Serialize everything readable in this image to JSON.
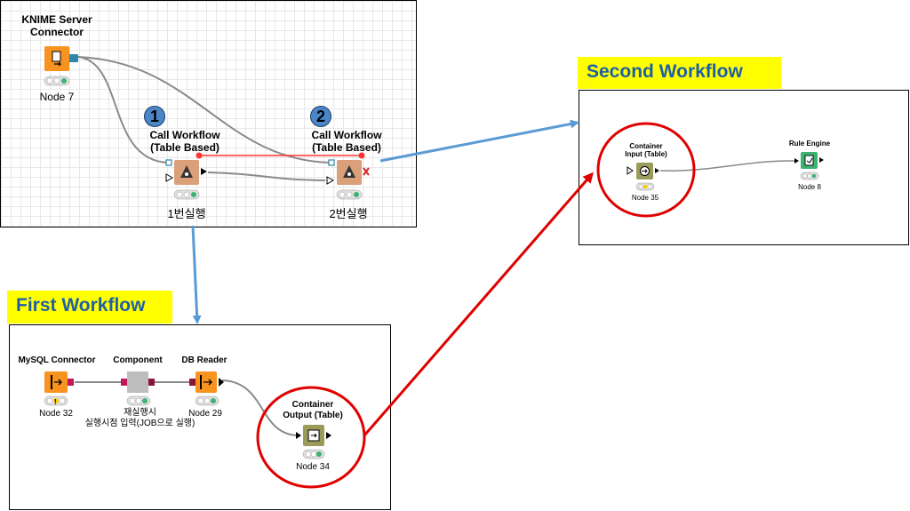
{
  "main_panel": {
    "nodes": {
      "server_connector": {
        "title_line1": "KNIME Server",
        "title_line2": "Connector",
        "label": "Node 7"
      },
      "call1": {
        "badge": "1",
        "title_line1": "Call Workflow",
        "title_line2": "(Table Based)",
        "label": "1번실행"
      },
      "call2": {
        "badge": "2",
        "title_line1": "Call Workflow",
        "title_line2": "(Table Based)",
        "label": "2번실행"
      }
    }
  },
  "first_workflow": {
    "title": "First Workflow",
    "nodes": {
      "mysql": {
        "title": "MySQL Connector",
        "label": "Node 32"
      },
      "component": {
        "title": "Component",
        "label_line1": "재실행시",
        "label_line2": "실행시점 입력(JOB으로 실행)"
      },
      "db_reader": {
        "title": "DB Reader",
        "label": "Node 29"
      },
      "container_output": {
        "title_line1": "Container",
        "title_line2": "Output (Table)",
        "label": "Node 34"
      }
    }
  },
  "second_workflow": {
    "title": "Second Workflow",
    "nodes": {
      "container_input": {
        "title_line1": "Container",
        "title_line2": "Input (Table)",
        "label": "Node 35"
      },
      "rule_engine": {
        "title": "Rule Engine",
        "label": "Node 8"
      }
    }
  },
  "colors": {
    "title_bg": "#ffff00",
    "title_text": "#1f5fa6",
    "arrow_blue": "#5b9bd5",
    "highlight_red": "#e00000",
    "orange_node": "#f7931e",
    "call_node": "#d9a07a",
    "container_node": "#9a9a5a",
    "rule_node": "#3cb371",
    "component_node": "#bdbdbd"
  },
  "icons": {
    "server": "server-connector-icon",
    "call": "call-workflow-icon",
    "mysql": "database-connector-icon",
    "reader": "db-reader-icon",
    "container": "container-icon",
    "rule": "rule-engine-icon"
  }
}
